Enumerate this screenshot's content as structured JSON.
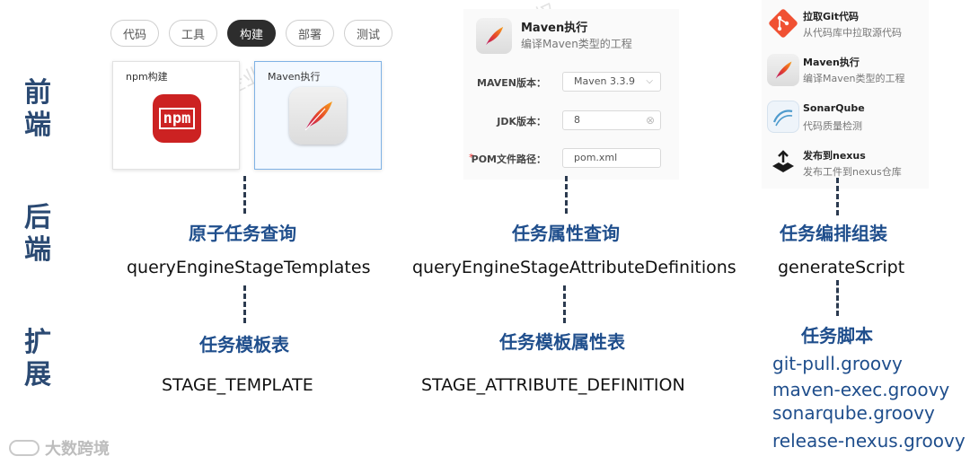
{
  "row_labels": [
    "前端",
    "后端",
    "扩展"
  ],
  "tabs": [
    {
      "label": "代码",
      "active": false
    },
    {
      "label": "工具",
      "active": false
    },
    {
      "label": "构建",
      "active": true
    },
    {
      "label": "部署",
      "active": false
    },
    {
      "label": "测试",
      "active": false
    }
  ],
  "cards": [
    {
      "title": "npm构建",
      "icon": "npm-logo-icon",
      "logo_text": "npm",
      "selected": false
    },
    {
      "title": "Maven执行",
      "icon": "maven-feather-icon",
      "selected": true
    }
  ],
  "form": {
    "header_title": "Maven执行",
    "header_subtitle": "编译Maven类型的工程",
    "fields": [
      {
        "label": "MAVEN版本：",
        "value": "Maven 3.3.9",
        "control": "select",
        "required": false
      },
      {
        "label": "JDK版本：",
        "value": "8",
        "control": "input-clearable",
        "required": false
      },
      {
        "label": "POM文件路径：",
        "value": "pom.xml",
        "control": "input",
        "required": true
      }
    ],
    "required_mark": "*"
  },
  "right_list": [
    {
      "title": "拉取Git代码",
      "subtitle": "从代码库中拉取源代码",
      "icon": "git-icon"
    },
    {
      "title": "Maven执行",
      "subtitle": "编译Maven类型的工程",
      "icon": "maven-feather-icon"
    },
    {
      "title": "SonarQube",
      "subtitle": "代码质量检测",
      "icon": "sonarqube-icon"
    },
    {
      "title": "发布到nexus",
      "subtitle": "发布工件到nexus仓库",
      "icon": "upload-icon"
    }
  ],
  "columns": [
    {
      "backend_title": "原子任务查询",
      "backend_api": "queryEngineStageTemplates",
      "ext_title": "任务模板表",
      "ext_value": "STAGE_TEMPLATE"
    },
    {
      "backend_title": "任务属性查询",
      "backend_api": "queryEngineStageAttributeDefinitions",
      "ext_title": "任务模板属性表",
      "ext_value": "STAGE_ATTRIBUTE_DEFINITION"
    },
    {
      "backend_title": "任务编排组装",
      "backend_api": "generateScript",
      "ext_title": "任务脚本",
      "ext_scripts": [
        "git-pull.groovy",
        "maven-exec.groovy",
        "sonarqube.groovy",
        "release-nexus.groovy"
      ]
    }
  ],
  "footer_logo": "大数跨境",
  "colors": {
    "accent_blue": "#1f4e8c",
    "row_label": "#2b4a73",
    "npm_red": "#cc2222",
    "git_orange": "#f05133"
  }
}
